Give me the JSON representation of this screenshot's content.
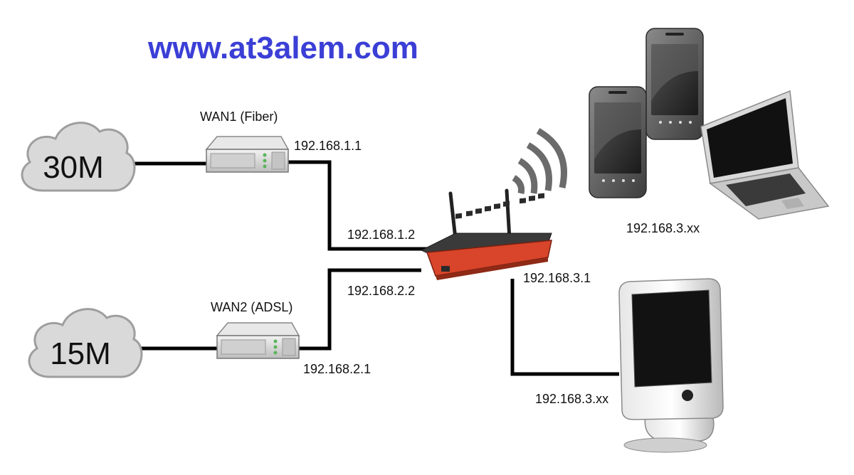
{
  "header": {
    "site_url": "www.at3alem.com"
  },
  "clouds": {
    "cloud1_label": "30M",
    "cloud2_label": "15M"
  },
  "wan": {
    "wan1_title": "WAN1 (Fiber)",
    "wan1_gateway": "192.168.1.1",
    "wan1_router_ip": "192.168.1.2",
    "wan2_title": "WAN2 (ADSL)",
    "wan2_gateway": "192.168.2.1",
    "wan2_router_ip": "192.168.2.2"
  },
  "lan": {
    "router_lan_ip": "192.168.3.1",
    "wireless_clients_ip": "192.168.3.xx",
    "wired_client_ip": "192.168.3.xx"
  },
  "colors": {
    "brand_text": "#3b3fd6",
    "router_body": "#d8452a",
    "cloud_fill": "#d9d9d9",
    "link_line": "#000000"
  }
}
